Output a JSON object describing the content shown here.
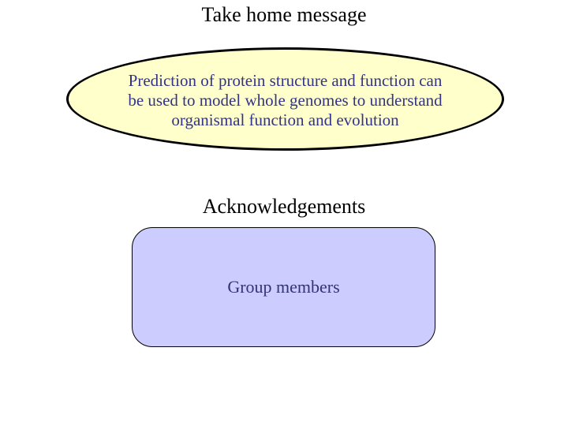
{
  "slide": {
    "title": "Take home message",
    "ellipse": {
      "lines": {
        "0": "Prediction of protein structure and function can",
        "1": "be used to model whole genomes to understand",
        "2": "organismal function and evolution"
      },
      "fill_color": "#FFFFCC",
      "border_color": "#000000",
      "text_color": "#333388"
    },
    "acknowledgements_heading": "Acknowledgements",
    "group_box": {
      "label": "Group members",
      "fill_color": "#CCCCFF",
      "border_color": "#000000",
      "text_color": "#333377"
    },
    "background_color": "#FFFFFF"
  }
}
